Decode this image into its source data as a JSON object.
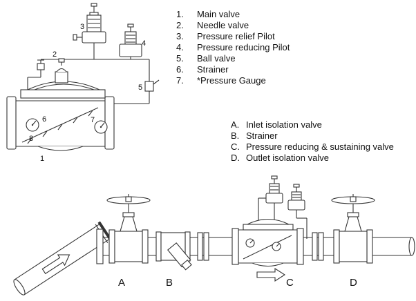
{
  "legend_numbered": {
    "items": [
      {
        "num": "1.",
        "label": "Main valve"
      },
      {
        "num": "2.",
        "label": "Needle valve"
      },
      {
        "num": "3.",
        "label": "Pressure relief Pilot"
      },
      {
        "num": "4.",
        "label": "Pressure reducing Pilot"
      },
      {
        "num": "5.",
        "label": "Ball valve"
      },
      {
        "num": "6.",
        "label": "Strainer"
      },
      {
        "num": "7.",
        "label": "*Pressure Gauge"
      }
    ]
  },
  "legend_lettered": {
    "items": [
      {
        "num": "A.",
        "label": "Inlet isolation valve"
      },
      {
        "num": "B.",
        "label": "Strainer"
      },
      {
        "num": "C.",
        "label": "Pressure reducing & sustaining valve"
      },
      {
        "num": "D.",
        "label": "Outlet isolation valve"
      }
    ]
  },
  "valve_callouts": {
    "n1": "1",
    "n2": "2",
    "n3": "3",
    "n4": "4",
    "n5": "5",
    "n6": "6",
    "n7": "7",
    "n8": "8"
  },
  "pipeline_labels": {
    "a": "A",
    "b": "B",
    "c": "C",
    "d": "D"
  },
  "colors": {
    "line": "#333333",
    "text": "#111111",
    "background": "#ffffff"
  }
}
